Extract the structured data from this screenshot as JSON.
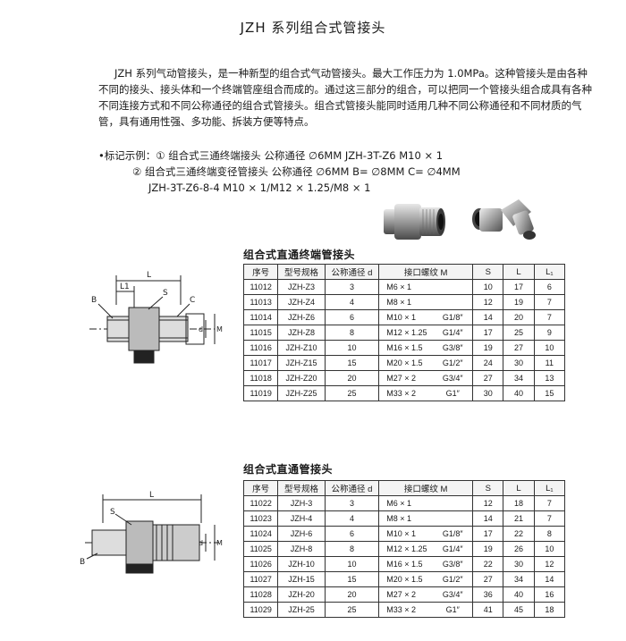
{
  "page": {
    "title": "JZH 系列组合式管接头",
    "intro_lines": [
      "JZH 系列气动管接头，是一种新型的组合式气动管接头。最大工作压力为 1.0MPa。这种管接头是由各种",
      "不同的接头、接头体和一个终端管座组合而成的。通过这三部分的组合，可以把同一个管接头组合成具有各种",
      "不同连接方式和不同公称通径的组合式管接头。组合式管接头能同时适用几种不同公称通径和不同材质的气",
      "管，具有通用性强、多功能、拆装方便等特点。"
    ],
    "example_lines": [
      "•标记示例：① 组合式三通终端接头   公称通径 ∅6MM   JZH-3T-Z6   M10 × 1",
      "② 组合式三通终端变径管接头   公称通径 ∅6MM   B= ∅8MM   C= ∅4MM",
      "JZH-3T-Z6-8-4   M10 × 1/M12 × 1.25/M8 × 1"
    ]
  },
  "table1": {
    "title": "组合式直通终端管接头",
    "headers": [
      "序号",
      "型号规格",
      "公称通径 d",
      "接口螺纹  M",
      "S",
      "L",
      "L₁"
    ],
    "rows": [
      [
        "11012",
        "JZH-Z3",
        "3",
        "M6 × 1",
        "",
        "10",
        "17",
        "6"
      ],
      [
        "11013",
        "JZH-Z4",
        "4",
        "M8 × 1",
        "",
        "12",
        "19",
        "7"
      ],
      [
        "11014",
        "JZH-Z6",
        "6",
        "M10 × 1",
        "G1/8″",
        "14",
        "20",
        "7"
      ],
      [
        "11015",
        "JZH-Z8",
        "8",
        "M12 × 1.25",
        "G1/4″",
        "17",
        "25",
        "9"
      ],
      [
        "11016",
        "JZH-Z10",
        "10",
        "M16 × 1.5",
        "G3/8″",
        "19",
        "27",
        "10"
      ],
      [
        "11017",
        "JZH-Z15",
        "15",
        "M20 × 1.5",
        "G1/2″",
        "24",
        "30",
        "11"
      ],
      [
        "11018",
        "JZH-Z20",
        "20",
        "M27 × 2",
        "G3/4″",
        "27",
        "34",
        "13"
      ],
      [
        "11019",
        "JZH-Z25",
        "25",
        "M33 × 2",
        "G1″",
        "30",
        "40",
        "15"
      ]
    ]
  },
  "table2": {
    "title": "组合式直通管接头",
    "headers": [
      "序号",
      "型号规格",
      "公称通径 d",
      "接口螺纹  M",
      "S",
      "L",
      "L₁"
    ],
    "rows": [
      [
        "11022",
        "JZH-3",
        "3",
        "M6 × 1",
        "",
        "12",
        "18",
        "7"
      ],
      [
        "11023",
        "JZH-4",
        "4",
        "M8 × 1",
        "",
        "14",
        "21",
        "7"
      ],
      [
        "11024",
        "JZH-6",
        "6",
        "M10 × 1",
        "G1/8″",
        "17",
        "22",
        "8"
      ],
      [
        "11025",
        "JZH-8",
        "8",
        "M12 × 1.25",
        "G1/4″",
        "19",
        "26",
        "10"
      ],
      [
        "11026",
        "JZH-10",
        "10",
        "M16 × 1.5",
        "G3/8″",
        "22",
        "30",
        "12"
      ],
      [
        "11027",
        "JZH-15",
        "15",
        "M20 × 1.5",
        "G1/2″",
        "27",
        "34",
        "14"
      ],
      [
        "11028",
        "JZH-20",
        "20",
        "M27 × 2",
        "G3/4″",
        "36",
        "40",
        "16"
      ],
      [
        "11029",
        "JZH-25",
        "25",
        "M33 × 2",
        "G1″",
        "41",
        "45",
        "18"
      ]
    ]
  },
  "drawing1_labels": {
    "L": "L",
    "L1": "L1",
    "B": "B",
    "S": "S",
    "C": "C",
    "d": "d",
    "M": "M"
  },
  "drawing2_labels": {
    "L": "L",
    "S": "S",
    "B": "B",
    "d": "d",
    "M": "M"
  }
}
